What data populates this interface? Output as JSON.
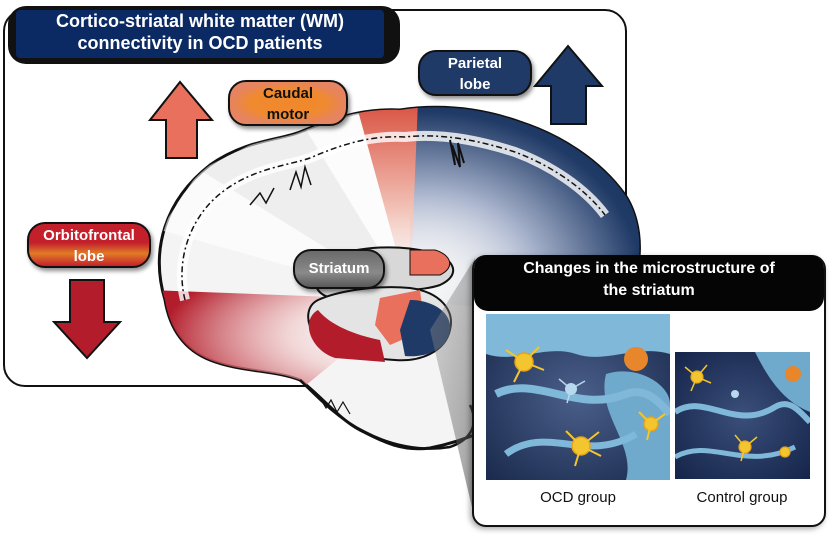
{
  "title": "Cortico-striatal white matter (WM) connectivity in OCD patients",
  "title_lines": [
    "Cortico-striatal white matter (WM)",
    "connectivity in OCD patients"
  ],
  "labels": {
    "caudal_motor": [
      "Caudal",
      "motor"
    ],
    "parietal_lobe": [
      "Parietal",
      "lobe"
    ],
    "orbitofrontal_lobe": [
      "Orbitofrontal",
      "lobe"
    ],
    "striatum": "Striatum"
  },
  "arrows": [
    {
      "region": "caudal motor",
      "direction": "up",
      "icon": "arrow-up-icon",
      "color": "#e8705c"
    },
    {
      "region": "parietal lobe",
      "direction": "up",
      "icon": "arrow-up-icon",
      "color": "#1f3a66"
    },
    {
      "region": "orbitofrontal lobe",
      "direction": "down",
      "icon": "arrow-down-icon",
      "color": "#b31d2b"
    }
  ],
  "microstructure": {
    "title_lines": [
      "Changes in the microstructure of",
      "the striatum"
    ],
    "groups": [
      {
        "caption": "OCD group"
      },
      {
        "caption": "Control group"
      }
    ]
  },
  "colors": {
    "navy": "#1f3a66",
    "salmon": "#e8705c",
    "crimson": "#b31d2b",
    "orange": "#f08a2e",
    "title_blue": "#0b2a63"
  }
}
